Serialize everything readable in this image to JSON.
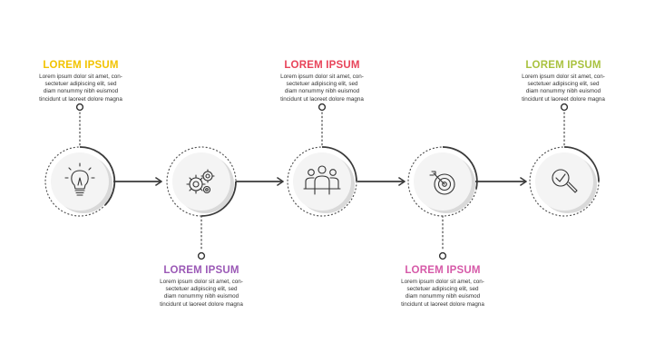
{
  "colors": {
    "line": "#3a3a3a",
    "dotted": "#555555",
    "circle_fill": "#f4f4f4",
    "shadow": "#d6d6d6"
  },
  "steps": [
    {
      "title": "LOREM IPSUM",
      "title_color": "#f2c300",
      "description": "Lorem ipsum dolor sit amet, con-\nsectetuer adipiscing elit, sed\ndiam nonummy nibh euismod\ntincidunt ut laoreet dolore magna",
      "icon": "lightbulb-icon"
    },
    {
      "title": "LOREM IPSUM",
      "title_color": "#9b59b6",
      "description": "Lorem ipsum dolor sit amet, con-\nsectetuer adipiscing elit, sed\ndiam nonummy nibh euismod\ntincidunt ut laoreet dolore magna",
      "icon": "gears-icon"
    },
    {
      "title": "LOREM IPSUM",
      "title_color": "#e8445a",
      "description": "Lorem ipsum dolor sit amet, con-\nsectetuer adipiscing elit, sed\ndiam nonummy nibh euismod\ntincidunt ut laoreet dolore magna",
      "icon": "team-icon"
    },
    {
      "title": "LOREM IPSUM",
      "title_color": "#d65aa8",
      "description": "Lorem ipsum dolor sit amet, con-\nsectetuer adipiscing elit, sed\ndiam nonummy nibh euismod\ntincidunt ut laoreet dolore magna",
      "icon": "target-icon"
    },
    {
      "title": "LOREM IPSUM",
      "title_color": "#a9c23f",
      "description": "Lorem ipsum dolor sit amet, con-\nsectetuer adipiscing elit, sed\ndiam nonummy nibh euismod\ntincidunt ut laoreet dolore magna",
      "icon": "search-check-icon"
    }
  ]
}
